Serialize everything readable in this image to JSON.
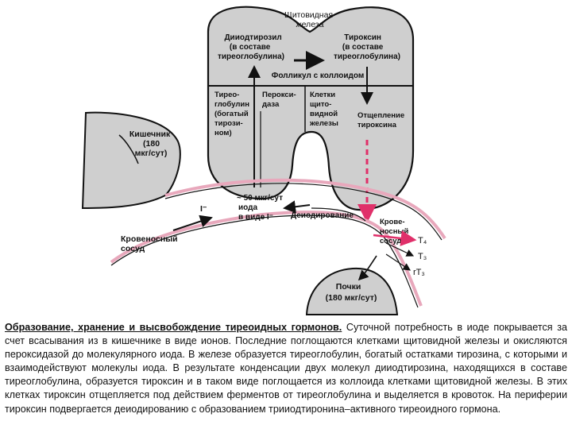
{
  "diagram": {
    "thyroid_label": [
      "Щитовидная",
      "железа"
    ],
    "diiodotyrosine": [
      "Дииодтирозил",
      "(в составе",
      "тиреоглобулина)"
    ],
    "thyroxine": [
      "Тироксин",
      "(в составе",
      "тиреоглобулина)"
    ],
    "follicle": "Фолликул с коллоидом",
    "thyroglobulin": [
      "Тирео-",
      "глобулин",
      "(богатый",
      "тирози-",
      "ном)"
    ],
    "peroxidase": [
      "Перокси-",
      "даза"
    ],
    "cells": [
      "Клетки",
      "щито-",
      "видной",
      "железы"
    ],
    "cleavage": [
      "Отщепление",
      "тироксина"
    ],
    "intestine": [
      "Кишечник",
      "(180",
      "мкг/сут)"
    ],
    "iodide_in": "I⁻",
    "pool": [
      "~ 50 мкг/сут",
      "иода",
      "в виде I⁻"
    ],
    "deiodination": "Деиодирование",
    "vessel_left": [
      "Кровеносный",
      "сосуд"
    ],
    "vessel_right": [
      "Крове-",
      "носный",
      "сосуд"
    ],
    "hormones": [
      "T₄",
      "T₃",
      "rT₃"
    ],
    "kidneys": [
      "Почки",
      "(180 мкг/сут)"
    ]
  },
  "caption": {
    "title": "Образование, хранение и высвобождение тиреоидных гормонов.",
    "text": " Суточной потребность в иоде покрывается за счет всасывания из в кишечнике в виде ионов. Последние поглощаются клетками щитовидной железы и окисляются пероксидазой до молекулярного иода. В железе образуется тиреоглобулин, богатый остатками тирозина, с которыми и взаимодействуют молекулы иода. В результате конденсации двух молекул дииодтирозина, находящихся в составе тиреоглобулина, образуется тироксин и в таком виде поглощается из коллоида клетками щитовидной железы. В этих клетках тироксин отщепляется под действием ферментов от тиреоглобулина и выделяется в кровоток. На периферии тироксин подвергается деиодированию с образованием трииодтиронина–активного тиреоидного гормона."
  },
  "colors": {
    "gland": "#cfcfcf",
    "vessel_wall": "#e8a8bc",
    "arrow_red": "#e0306a",
    "ink": "#111111"
  }
}
